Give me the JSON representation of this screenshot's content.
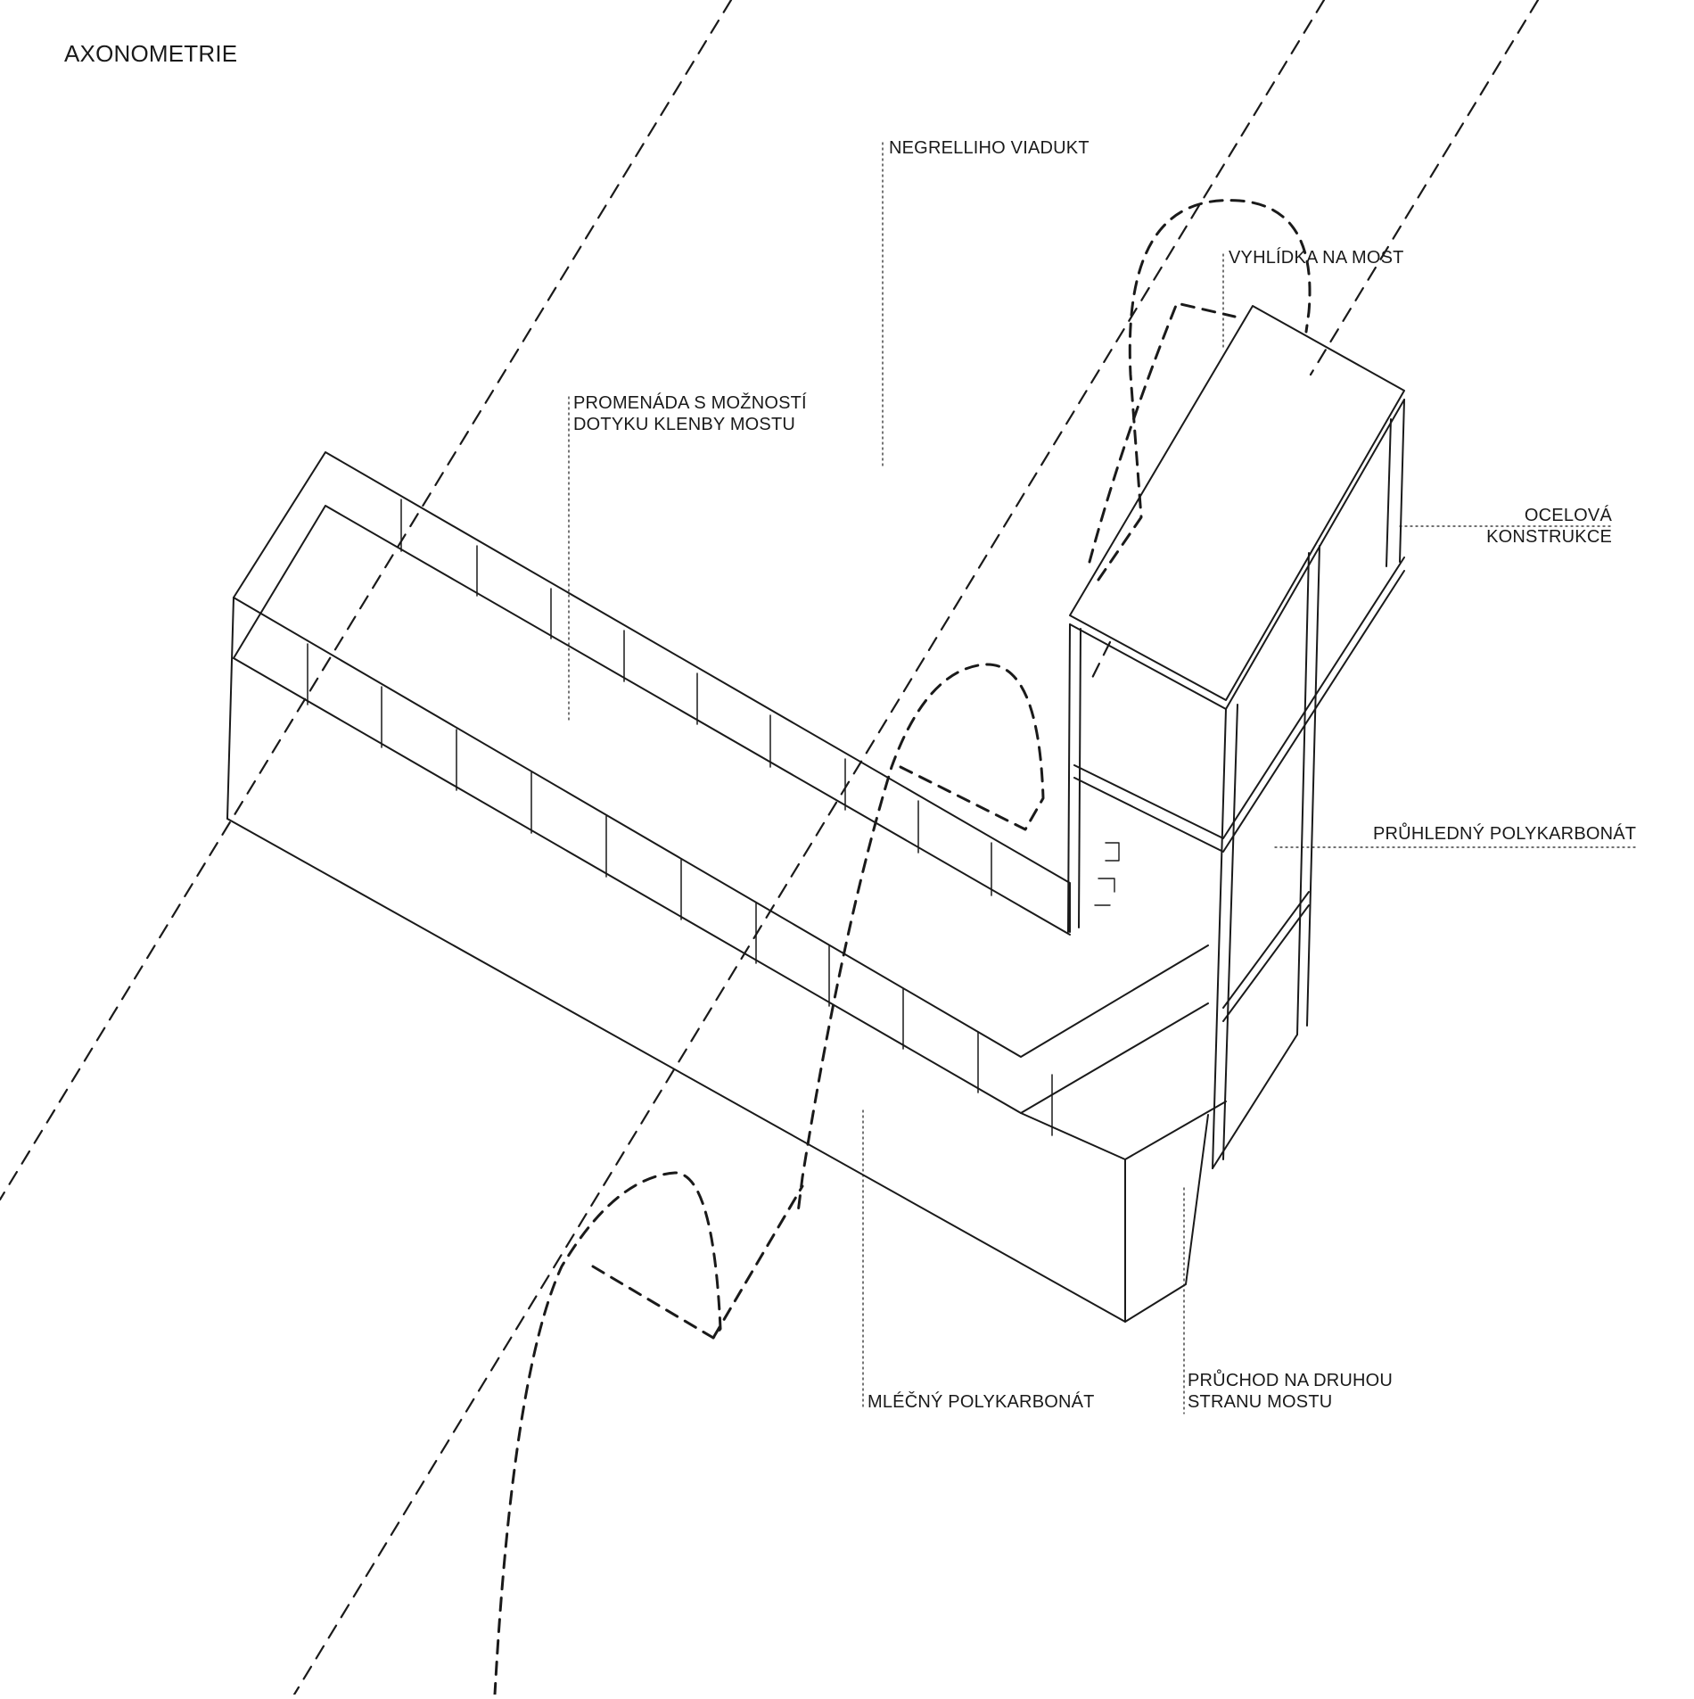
{
  "title": "AXONOMETRIE",
  "labels": {
    "viaduct": "NEGRELLIHO VIADUKT",
    "lookout": "VYHLÍDKA NA MOST",
    "promenade_line1": "PROMENÁDA S MOŽNOSTÍ",
    "promenade_line2": "DOTYKU KLENBY MOSTU",
    "steel_line1": "OCELOVÁ",
    "steel_line2": "KONSTRUKCE",
    "clear_poly": "PRŮHLEDNÝ POLYKARBONÁT",
    "milky_poly": "MLÉČNÝ POLYKARBONÁT",
    "passage_line1": "PRŮCHOD NA DRUHOU",
    "passage_line2": "STRANU MOSTU"
  },
  "colors": {
    "ink": "#1a1a1a",
    "background": "#ffffff"
  }
}
